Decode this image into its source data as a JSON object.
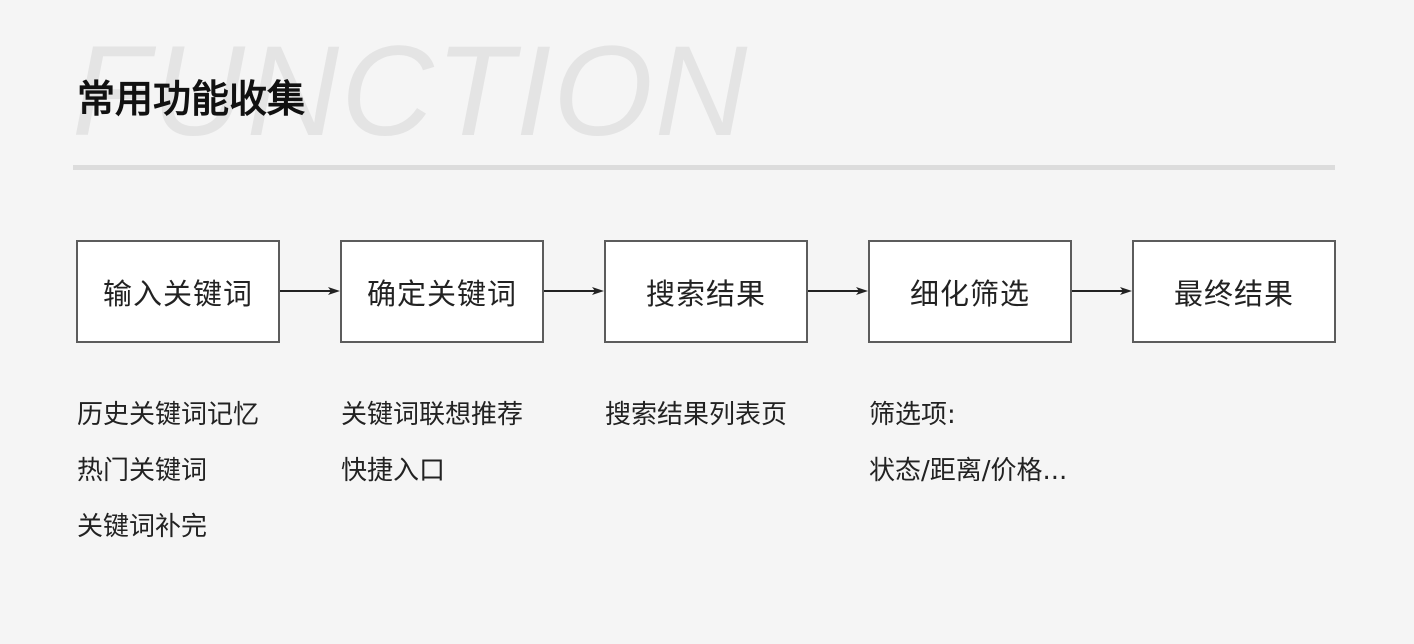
{
  "header": {
    "background_word": "FUNCTION",
    "title": "常用功能收集"
  },
  "flow": {
    "steps": [
      {
        "label": "输入关键词",
        "notes": [
          "历史关键词记忆",
          "热门关键词",
          "关键词补完"
        ]
      },
      {
        "label": "确定关键词",
        "notes": [
          "关键词联想推荐",
          "快捷入口"
        ]
      },
      {
        "label": "搜索结果",
        "notes": [
          "搜索结果列表页"
        ]
      },
      {
        "label": "细化筛选",
        "notes": [
          "筛选项:",
          "状态/距离/价格..."
        ]
      },
      {
        "label": "最终结果",
        "notes": []
      }
    ],
    "arrow_icon": "arrow-right-icon"
  },
  "colors": {
    "background": "#f5f5f5",
    "box_border": "#5c5c5c",
    "box_fill": "#ffffff",
    "divider": "#dcdcdc",
    "background_word": "#e4e4e4",
    "arrow": "#222222"
  }
}
